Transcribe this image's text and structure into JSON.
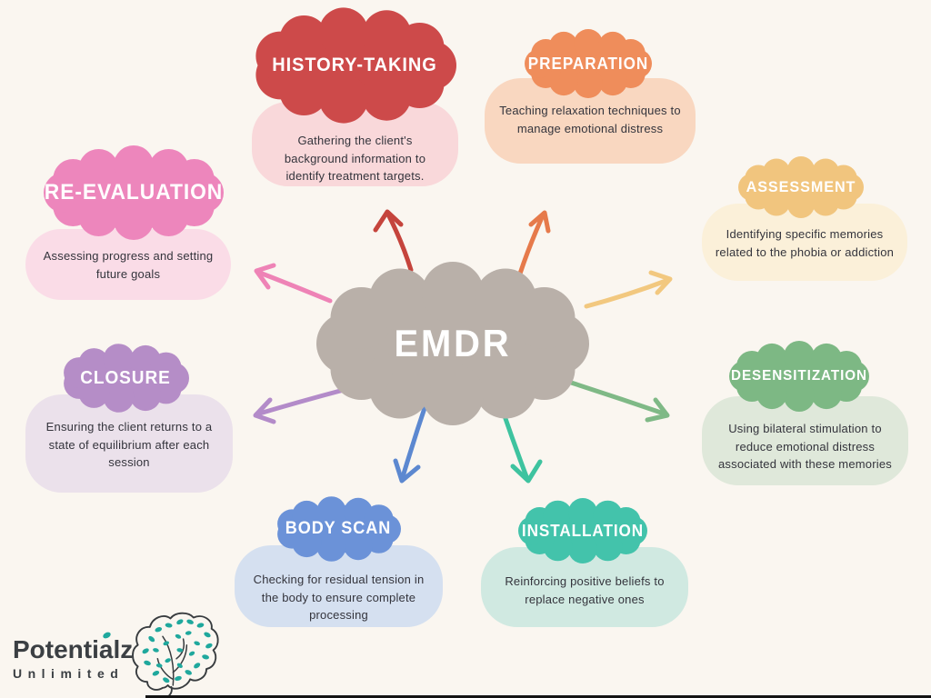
{
  "background_color": "#faf6f0",
  "center": {
    "label": "EMDR",
    "cloud_color": "#b9b0a9",
    "text_color": "#ffffff"
  },
  "phases": [
    {
      "id": "history-taking",
      "title": "HISTORY-TAKING",
      "description": "Gathering the client's background information to identify treatment targets.",
      "cloud_color": "#cd4a4a",
      "box_color": "#f9d8da",
      "arrow_color": "#c5443c"
    },
    {
      "id": "preparation",
      "title": "PREPARATION",
      "description": "Teaching relaxation techniques to manage emotional distress",
      "cloud_color": "#ef8d5b",
      "box_color": "#f9d7c0",
      "arrow_color": "#e67a4b"
    },
    {
      "id": "assessment",
      "title": "ASSESSMENT",
      "description": "Identifying specific memories related to the phobia or addiction",
      "cloud_color": "#f1c57e",
      "box_color": "#fbf0d9",
      "arrow_color": "#f2c87f"
    },
    {
      "id": "desensitization",
      "title": "DESENSITIZATION",
      "description": "Using bilateral stimulation to reduce emotional distress associated with these memories",
      "cloud_color": "#7db884",
      "box_color": "#dfe8da",
      "arrow_color": "#7fb986"
    },
    {
      "id": "installation",
      "title": "INSTALLATION",
      "description": "Reinforcing positive beliefs to replace negative ones",
      "cloud_color": "#43c3ab",
      "box_color": "#d0e9e1",
      "arrow_color": "#3ec39f"
    },
    {
      "id": "body-scan",
      "title": "BODY SCAN",
      "description": "Checking for residual tension in the body to ensure complete processing",
      "cloud_color": "#6b92d8",
      "box_color": "#d5e0f0",
      "arrow_color": "#5c88d0"
    },
    {
      "id": "closure",
      "title": "CLOSURE",
      "description": "Ensuring the client returns to a state of equilibrium after each session",
      "cloud_color": "#b58dc7",
      "box_color": "#ebe1eb",
      "arrow_color": "#b38bc9"
    },
    {
      "id": "re-evaluation",
      "title": "RE-EVALUATION",
      "description": "Assessing progress and setting future goals",
      "cloud_color": "#ed86bc",
      "box_color": "#fadce7",
      "arrow_color": "#ee83b6"
    }
  ],
  "logo": {
    "brand": "Potentialz",
    "subtitle": "Unlimited",
    "text_color": "#3b3f43",
    "accent_color": "#1fa89d",
    "outline_color": "#383c3f"
  }
}
